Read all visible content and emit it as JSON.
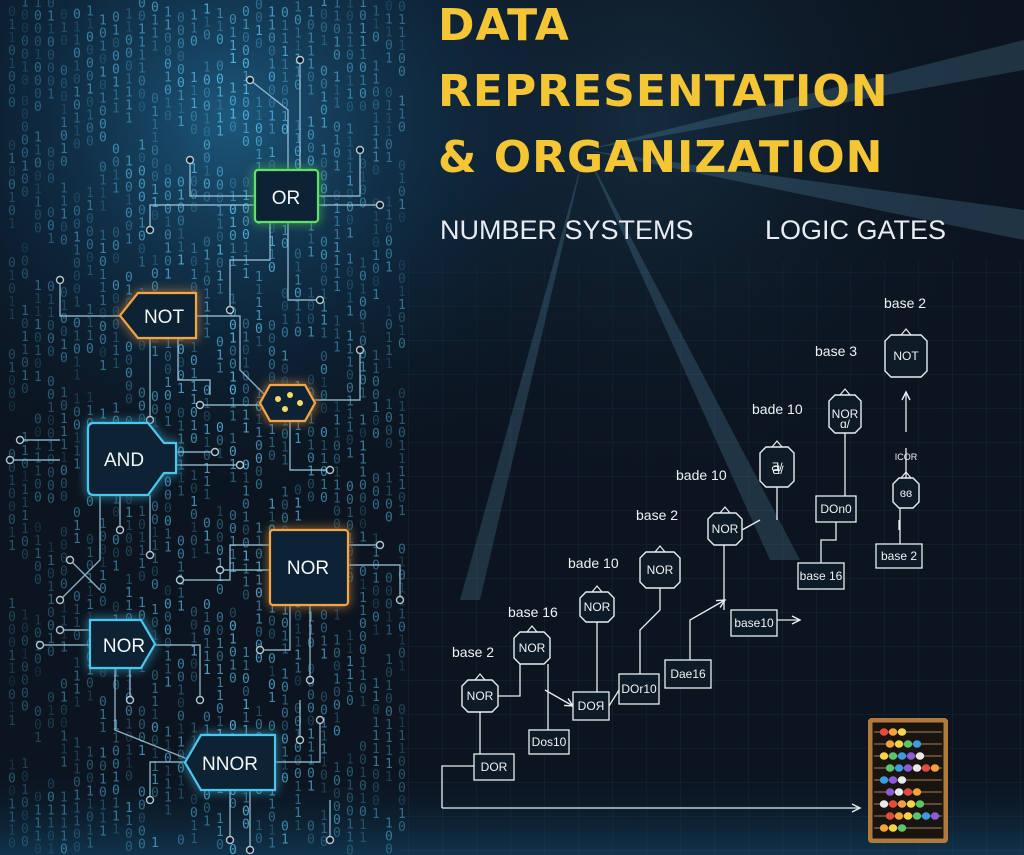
{
  "title": {
    "line1": "DATA",
    "line2": "REPRESENTATION",
    "line3": "& ORGANIZATION"
  },
  "subtitles": {
    "left": "NUMBER SYSTEMS",
    "right": "LOGIC GATES"
  },
  "colors": {
    "title": "#f4c534",
    "background": "#0b141f",
    "gate_green": "#5fe06a",
    "gate_orange": "#f6a544",
    "gate_blue": "#4cc6ee",
    "binary_rain": "#5fc6f4"
  },
  "gates": [
    {
      "id": "or",
      "label": "OR",
      "color": "green",
      "icon": "or-gate-icon"
    },
    {
      "id": "not",
      "label": "NOT",
      "color": "orange",
      "icon": "not-gate-icon"
    },
    {
      "id": "chip",
      "label": "",
      "color": "orange",
      "icon": "chip-icon"
    },
    {
      "id": "and",
      "label": "AND",
      "color": "blue",
      "icon": "and-gate-icon"
    },
    {
      "id": "nor1",
      "label": "NOR",
      "color": "orange",
      "icon": "nor-gate-icon"
    },
    {
      "id": "nor2",
      "label": "NOR",
      "color": "blue",
      "icon": "nor-gate-icon"
    },
    {
      "id": "nnor",
      "label": "NNOR",
      "color": "blue",
      "icon": "nnor-gate-icon"
    }
  ],
  "flow": {
    "gates": [
      {
        "label": "NOR",
        "base": "base 2"
      },
      {
        "label": "NOR",
        "base": "base 16"
      },
      {
        "label": "NOR",
        "base": "bade 10"
      },
      {
        "label": "NOR",
        "base": "base 2"
      },
      {
        "label": "NOR",
        "base": "bade 10"
      },
      {
        "label": "Ƌ/",
        "base": "bade 10"
      },
      {
        "label": "NOR",
        "base": "base 3"
      },
      {
        "label": "NOT",
        "base": "base 2"
      },
      {
        "label": "ɞɞ",
        "base": ""
      }
    ],
    "side_label": "ICOR",
    "gate_sublabels": [
      "ɑ/",
      "Ƌ/"
    ],
    "boxes": [
      "DOR",
      "Dos10",
      "DOЯ",
      "DOr10",
      "Dae16",
      "base10",
      "base 16",
      "DOn0",
      "base 2"
    ]
  },
  "binary_digits": "0 1"
}
